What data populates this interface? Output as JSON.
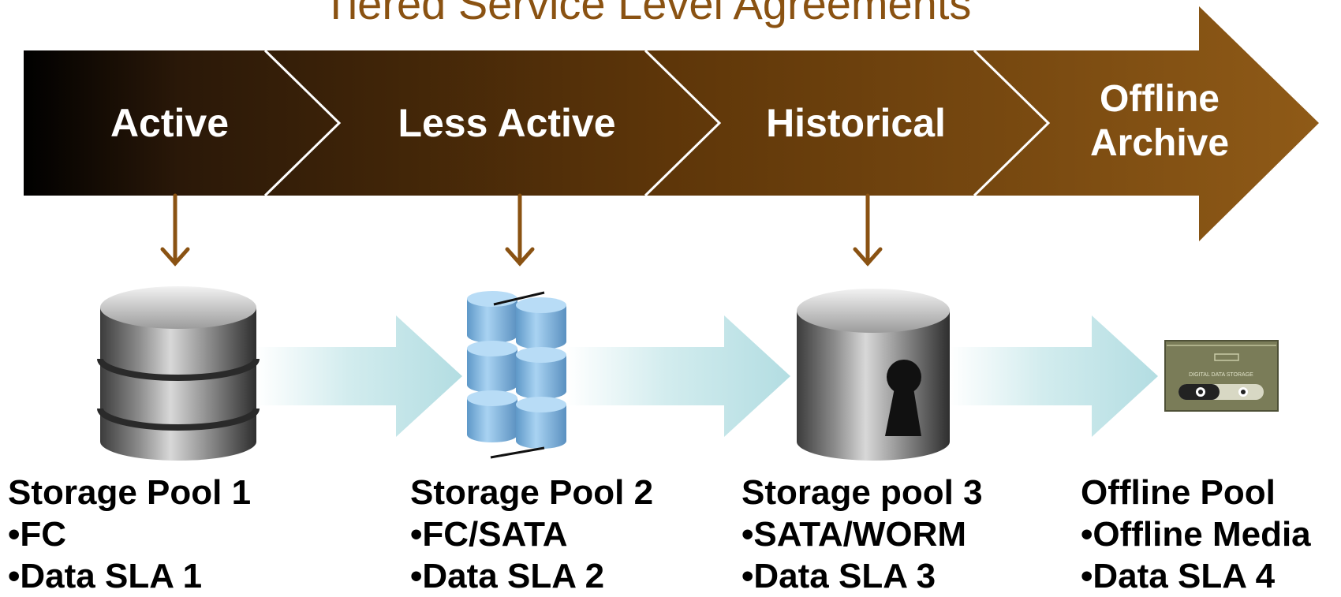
{
  "title": "Tiered Service Level Agreements",
  "tiers": [
    {
      "label": "Active"
    },
    {
      "label": "Less Active"
    },
    {
      "label": "Historical"
    },
    {
      "label": "Offline Archive"
    }
  ],
  "pools": [
    {
      "name": "Storage Pool 1",
      "media": "•FC",
      "sla": "•Data SLA 1"
    },
    {
      "name": "Storage Pool 2",
      "media": "•FC/SATA",
      "sla": "•Data SLA 2"
    },
    {
      "name": "Storage pool 3",
      "media": "•SATA/WORM",
      "sla": "•Data SLA 3"
    },
    {
      "name": "Offline Pool",
      "media": "•Offline Media",
      "sla": "•Data SLA 4"
    }
  ],
  "tape_label": "DIGITAL DATA STORAGE",
  "colors": {
    "arrow_start": "#000000",
    "arrow_end": "#8f5a17",
    "connector": "#8a5212",
    "flow_arrow": "#b8dfe3",
    "disk_blue": "#8ec0e6"
  },
  "icons": [
    "database-icon",
    "disk-array-icon",
    "locked-database-icon",
    "tape-cartridge-icon"
  ]
}
